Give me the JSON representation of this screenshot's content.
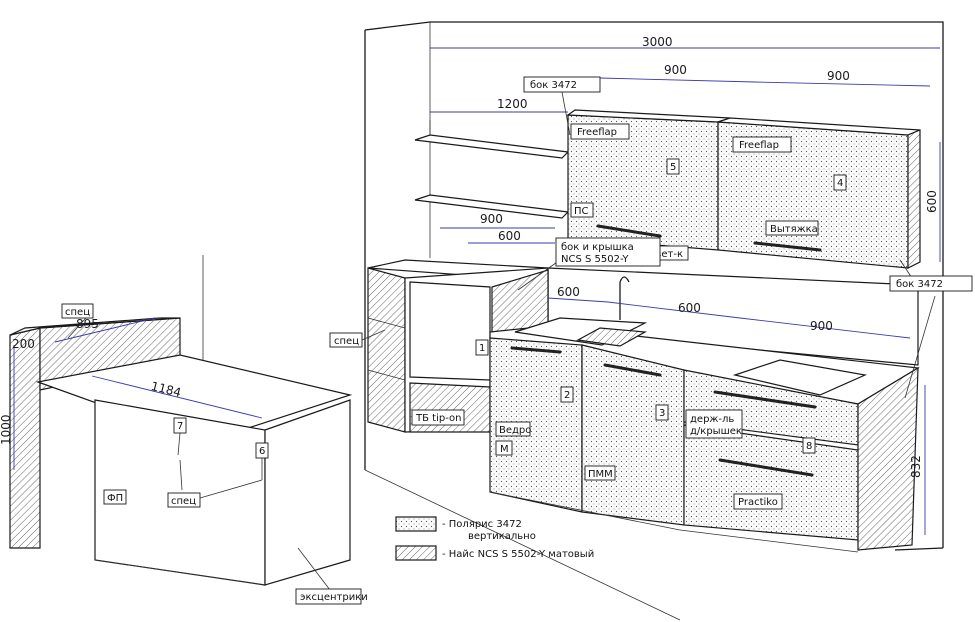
{
  "dimensions": {
    "total_width": "3000",
    "upper_left": "900",
    "upper_right": "900",
    "shelf_width": "1200",
    "upper_height": "600",
    "tall_width": "900",
    "tall_depth": "600",
    "sink_width": "600",
    "dishwasher_width": "600",
    "hob_width": "900",
    "base_height": "832",
    "island_side": "895",
    "island_thickness": "200",
    "island_top": "1184",
    "island_height": "1000"
  },
  "labels": {
    "bok_top": "бок 3472",
    "freeflap_left": "Freeflap",
    "freeflap_right": "Freeflap",
    "pc": "ПС",
    "svet": "свет-к",
    "vytyazhka": "Вытяжка",
    "bok_right": "бок 3472",
    "bok_krishka_1": "бок и крышка",
    "bok_krishka_2": "NCS S 5502-Y",
    "spec_tall": "спец",
    "tb_tipon": "ТБ tip-on",
    "vedro": "Ведро",
    "m": "М",
    "pmm": "ПММ",
    "derzh_1": "держ-ль",
    "derzh_2": "д/крышек",
    "practika": "Practiko",
    "spec_island": "спец",
    "fp": "ФП",
    "spec_island_bottom": "спец",
    "ekscentriki": "эксцентрики"
  },
  "markers": [
    "1",
    "2",
    "3",
    "4",
    "5",
    "6",
    "7",
    "8"
  ],
  "legend": [
    {
      "line1": "- Полярис 3472",
      "line2": "вертикально"
    },
    {
      "line1": "- Найс NCS S 5502-Y матовый",
      "line2": ""
    }
  ]
}
